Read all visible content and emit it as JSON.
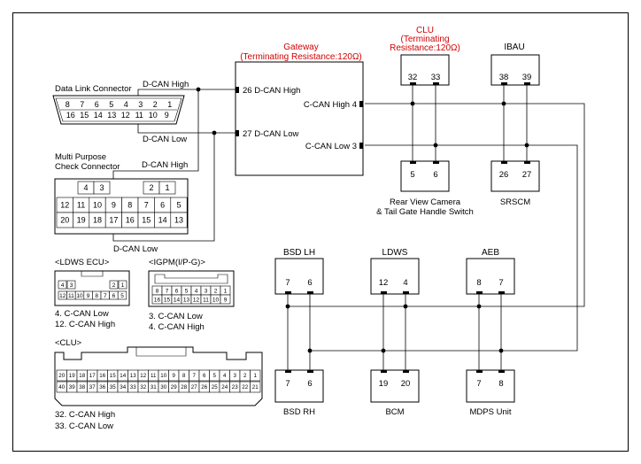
{
  "gateway": {
    "title": "Gateway",
    "subtitle": "(Terminating Resistance:120Ω)",
    "pin_dcan_high": "26 D-CAN High",
    "pin_dcan_low": "27 D-CAN Low",
    "pin_ccan_high": "C-CAN High 4",
    "pin_ccan_low": "C-CAN Low 3"
  },
  "clu": {
    "title": "CLU",
    "subtitle_1": "(Terminating",
    "subtitle_2": "Resistance:120Ω)",
    "pins": [
      "32",
      "33"
    ]
  },
  "ibau": {
    "title": "IBAU",
    "pins": [
      "38",
      "39"
    ]
  },
  "rear_camera": {
    "label_1": "Rear View Camera",
    "label_2": "& Tail Gate Handle Switch",
    "pins": [
      "5",
      "6"
    ]
  },
  "srscm": {
    "label": "SRSCM",
    "pins": [
      "26",
      "27"
    ]
  },
  "dlc": {
    "title": "Data Link Connector",
    "wire_high": "D-CAN High",
    "wire_low": "D-CAN Low",
    "row1": [
      "8",
      "7",
      "6",
      "5",
      "4",
      "3",
      "2",
      "1"
    ],
    "row2": [
      "16",
      "15",
      "14",
      "13",
      "12",
      "11",
      "10",
      "9"
    ]
  },
  "mpcc": {
    "title_1": "Multi Purpose",
    "title_2": "Check Connector",
    "wire_high": "D-CAN High",
    "wire_low": "D-CAN Low",
    "row1": [
      "4",
      "3",
      "2",
      "1"
    ],
    "row2": [
      "12",
      "11",
      "10",
      "9",
      "8",
      "7",
      "6",
      "5"
    ],
    "row3": [
      "20",
      "19",
      "18",
      "17",
      "16",
      "15",
      "14",
      "13"
    ]
  },
  "ldws_ecu": {
    "title": "<LDWS ECU>",
    "row1": [
      "4",
      "3",
      "2",
      "1"
    ],
    "row2": [
      "12",
      "11",
      "10",
      "9",
      "8",
      "7",
      "6",
      "5"
    ],
    "note_1": "4. C-CAN Low",
    "note_2": "12. C-CAN High"
  },
  "igpm": {
    "title": "<IGPM(I/P-G)>",
    "row1": [
      "8",
      "7",
      "6",
      "5",
      "4",
      "3",
      "2",
      "1"
    ],
    "row2": [
      "16",
      "15",
      "14",
      "13",
      "12",
      "11",
      "10",
      "9"
    ],
    "note_1": "3. C-CAN Low",
    "note_2": "4. C-CAN High"
  },
  "clu_conn": {
    "title": "<CLU>",
    "row1": [
      "20",
      "19",
      "18",
      "17",
      "16",
      "15",
      "14",
      "13",
      "12",
      "11",
      "10",
      "9",
      "8",
      "7",
      "6",
      "5",
      "4",
      "3",
      "2",
      "1"
    ],
    "row2": [
      "40",
      "39",
      "38",
      "37",
      "36",
      "35",
      "34",
      "33",
      "32",
      "31",
      "30",
      "29",
      "28",
      "27",
      "26",
      "25",
      "24",
      "23",
      "22",
      "21"
    ],
    "note_1": "32. C-CAN High",
    "note_2": "33. C-CAN Low"
  },
  "bsd_lh": {
    "title": "BSD LH",
    "pins": [
      "7",
      "6"
    ]
  },
  "ldws": {
    "title": "LDWS",
    "pins": [
      "12",
      "4"
    ]
  },
  "aeb": {
    "title": "AEB",
    "pins": [
      "8",
      "7"
    ]
  },
  "bsd_rh": {
    "label": "BSD RH",
    "pins": [
      "7",
      "6"
    ]
  },
  "bcm": {
    "label": "BCM",
    "pins": [
      "19",
      "20"
    ]
  },
  "mdps": {
    "label": "MDPS Unit",
    "pins": [
      "7",
      "8"
    ]
  }
}
